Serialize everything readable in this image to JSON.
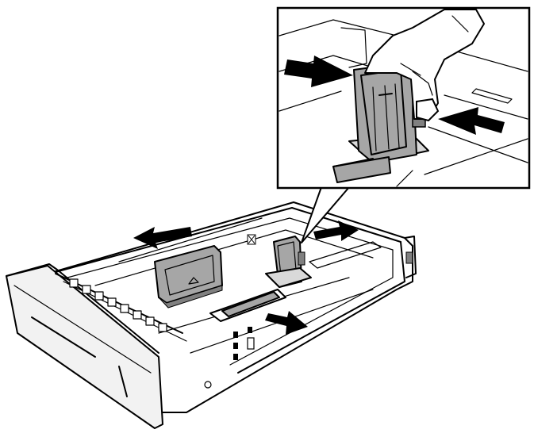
{
  "figure": {
    "subject": "paper-tray-guide-adjustment",
    "colors": {
      "line": "#000000",
      "background": "#ffffff",
      "tray_face": "#f2f2f2",
      "guide_fill": "#a6a6a6",
      "guide_dark": "#808080",
      "arrow": "#000000"
    },
    "callout": {
      "subject": "length-guide-squeeze-detail"
    },
    "arrows": [
      {
        "id": "side-guide-left",
        "direction": "left"
      },
      {
        "id": "length-guide-right",
        "direction": "right"
      },
      {
        "id": "front-guide-down-right",
        "direction": "down-right"
      },
      {
        "id": "inset-squeeze-right",
        "direction": "right"
      },
      {
        "id": "inset-squeeze-left",
        "direction": "left"
      }
    ],
    "icons": [
      "paper-size-icon",
      "paper-tray-icon"
    ]
  }
}
